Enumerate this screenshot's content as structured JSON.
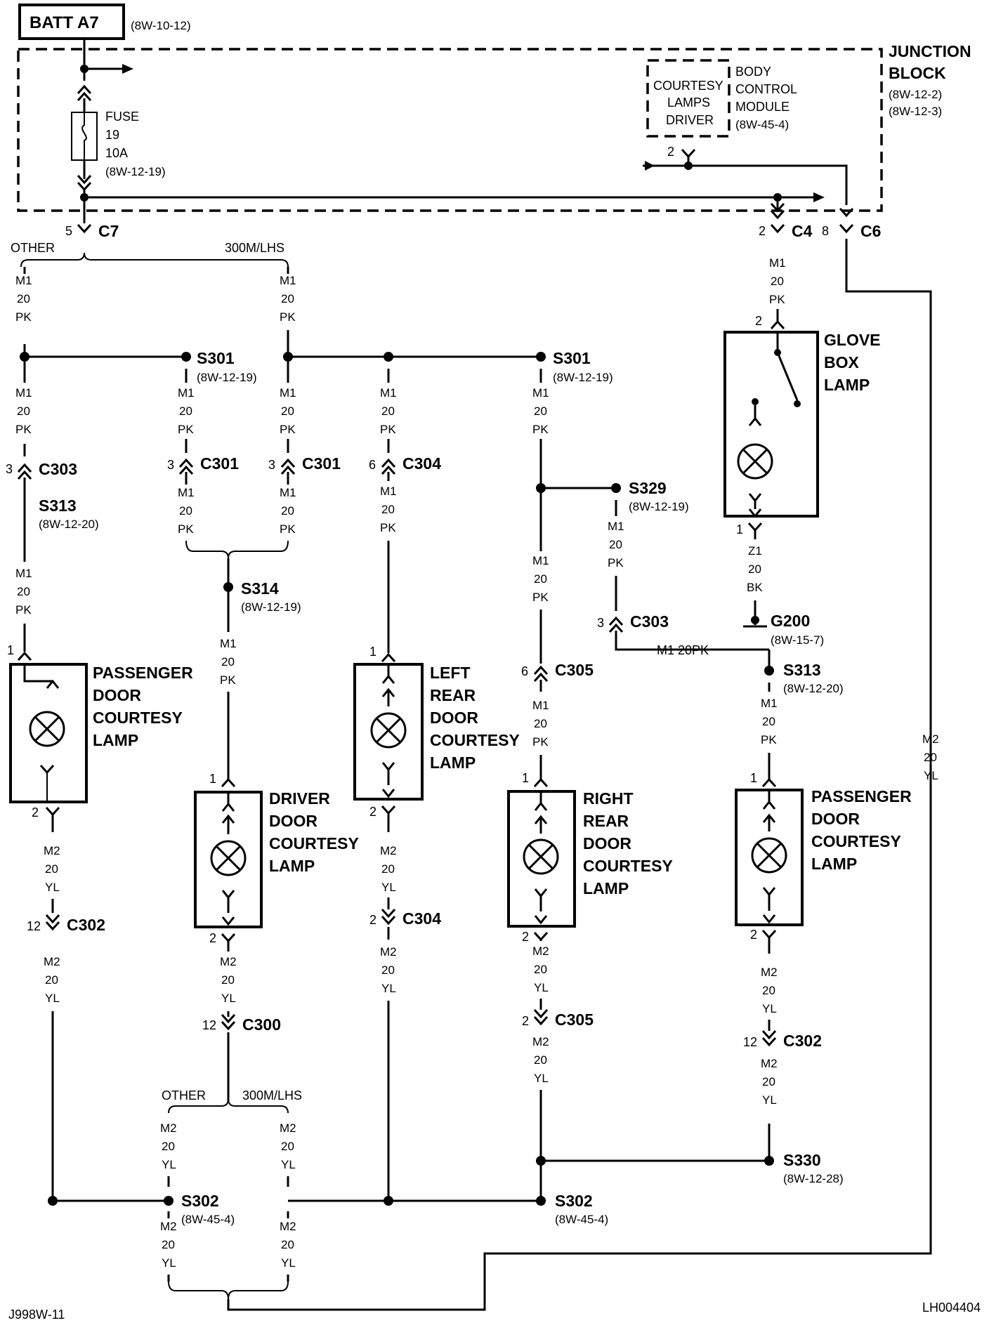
{
  "title": {
    "batt": "BATT A7",
    "batt_ref": "(8W-10-12)"
  },
  "junction": {
    "l1": "JUNCTION",
    "l2": "BLOCK",
    "r1": "(8W-12-2)",
    "r2": "(8W-12-3)"
  },
  "bcm": {
    "d1": "COURTESY",
    "d2": "LAMPS",
    "d3": "DRIVER",
    "m1": "BODY",
    "m2": "CONTROL",
    "m3": "MODULE",
    "m4": "(8W-45-4)",
    "pin": "2"
  },
  "fuse": {
    "l1": "FUSE",
    "l2": "19",
    "l3": "10A",
    "l4": "(8W-12-19)"
  },
  "connectors": {
    "c7_pin": "5",
    "c7": "C7",
    "c4_pin": "2",
    "c4": "C4",
    "c6_pin": "8",
    "c6": "C6"
  },
  "branch_top": {
    "other": "OTHER",
    "alt": "300M/LHS"
  },
  "branch_bottom": {
    "other": "OTHER",
    "alt": "300M/LHS"
  },
  "wire": {
    "m1": "M1",
    "m2": "M2",
    "z1": "Z1",
    "g20": "20",
    "pk": "PK",
    "yl": "YL",
    "bk": "BK",
    "m1_20pk": "M1  20PK"
  },
  "splices": {
    "s301": "S301",
    "s301_ref": "(8W-12-19)",
    "s313": "S313",
    "s313_ref": "(8W-12-20)",
    "s314": "S314",
    "s314_ref": "(8W-12-19)",
    "s329": "S329",
    "s329_ref": "(8W-12-19)",
    "s302": "S302",
    "s302_ref": "(8W-45-4)",
    "s330": "S330",
    "s330_ref": "(8W-12-28)",
    "g200": "G200",
    "g200_ref": "(8W-15-7)"
  },
  "conn_labels": {
    "c303": "C303",
    "c301": "C301",
    "c304": "C304",
    "c305": "C305",
    "c302": "C302",
    "c300": "C300"
  },
  "pins": {
    "p1": "1",
    "p2": "2",
    "p3": "3",
    "p6": "6",
    "p12": "12"
  },
  "lamps": {
    "pass_left": [
      "PASSENGER",
      "DOOR",
      "COURTESY",
      "LAMP"
    ],
    "driver": [
      "DRIVER",
      "DOOR",
      "COURTESY",
      "LAMP"
    ],
    "left_rear": [
      "LEFT",
      "REAR",
      "DOOR",
      "COURTESY",
      "LAMP"
    ],
    "right_rear": [
      "RIGHT",
      "REAR",
      "DOOR",
      "COURTESY",
      "LAMP"
    ],
    "pass_right": [
      "PASSENGER",
      "DOOR",
      "COURTESY",
      "LAMP"
    ],
    "glove": [
      "GLOVE",
      "BOX",
      "LAMP"
    ]
  },
  "footer": {
    "left": "J998W-11",
    "right": "LH004404"
  }
}
